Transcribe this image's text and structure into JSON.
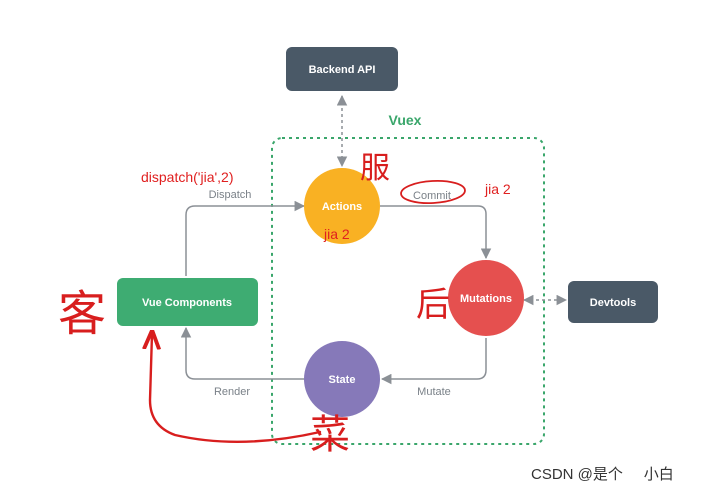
{
  "nodes": {
    "backend_api": "Backend API",
    "actions": "Actions",
    "mutations": "Mutations",
    "state": "State",
    "vue_components": "Vue Components",
    "devtools": "Devtools"
  },
  "container_label": "Vuex",
  "edges": {
    "dispatch": "Dispatch",
    "commit": "Commit",
    "mutate": "Mutate",
    "render": "Render"
  },
  "annotations": {
    "dispatch_call": "dispatch('jia',2)",
    "commit_payload": "jia 2",
    "actions_payload": "jia 2",
    "char_customer": "客",
    "char_waiter": "服",
    "char_kitchen": "后",
    "char_dish": "菜"
  },
  "watermark": "CSDN @是个     小白",
  "colors": {
    "backend_api": "#4a5967",
    "actions": "#f9b123",
    "mutations": "#e5504f",
    "state": "#8679b9",
    "vue_components": "#3eac72",
    "devtools": "#4a5967",
    "container_border": "#3aa66b",
    "arrows": "#8b9096",
    "handwriting": "#e02020"
  }
}
